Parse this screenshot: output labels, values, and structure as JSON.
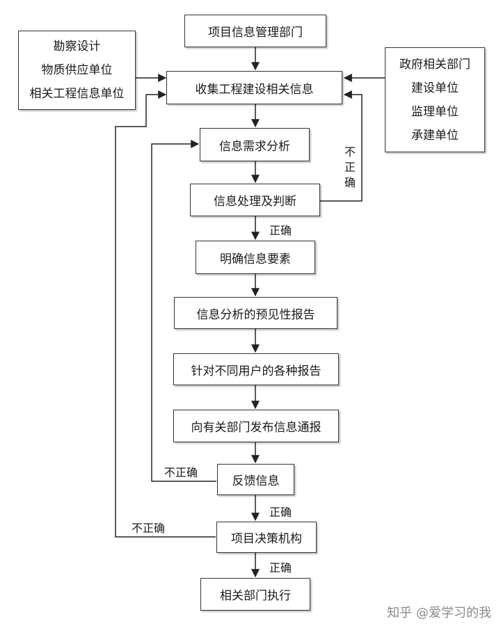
{
  "nodes": {
    "mgmt_dept": "项目信息管理部门",
    "collect": "收集工程建设相关信息",
    "demand": "信息需求分析",
    "process": "信息处理及判断",
    "clarify": "明确信息要素",
    "forecast": "信息分析的预见性报告",
    "reports": "针对不同用户的各种报告",
    "publish": "向有关部门发布信息通报",
    "feedback": "反馈信息",
    "decision": "项目决策机构",
    "execute": "相关部门执行"
  },
  "left_sources": [
    "勘察设计",
    "物质供应单位",
    "相关工程信息单位"
  ],
  "right_sources": [
    "政府相关部门",
    "建设单位",
    "监理单位",
    "承建单位"
  ],
  "labels": {
    "correct_1": "正确",
    "correct_2": "正确",
    "correct_3": "正确",
    "incorrect_right": "不正确",
    "incorrect_feedback": "不正确",
    "incorrect_decision": "不正确"
  },
  "watermark": "知乎 @爱学习的我"
}
